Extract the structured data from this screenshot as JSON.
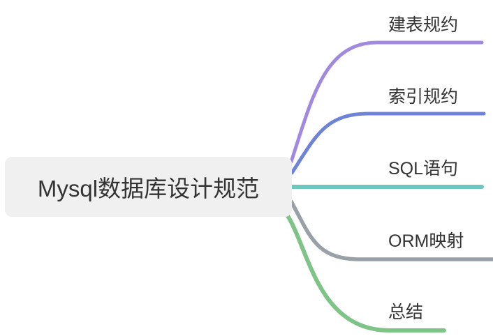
{
  "diagram": {
    "type": "mindmap",
    "background_color": "#ffffff",
    "root": {
      "label": "Mysql数据库设计规范",
      "fill_color": "#f0f0f1",
      "text_color": "#333333"
    },
    "branches": [
      {
        "label": "建表规约",
        "color": "#a289e0"
      },
      {
        "label": "索引规约",
        "color": "#6d83d7"
      },
      {
        "label": "SQL语句",
        "color": "#70c5c1"
      },
      {
        "label": "ORM映射",
        "color": "#9aa0a8"
      },
      {
        "label": "总结",
        "color": "#7ec487"
      }
    ]
  }
}
